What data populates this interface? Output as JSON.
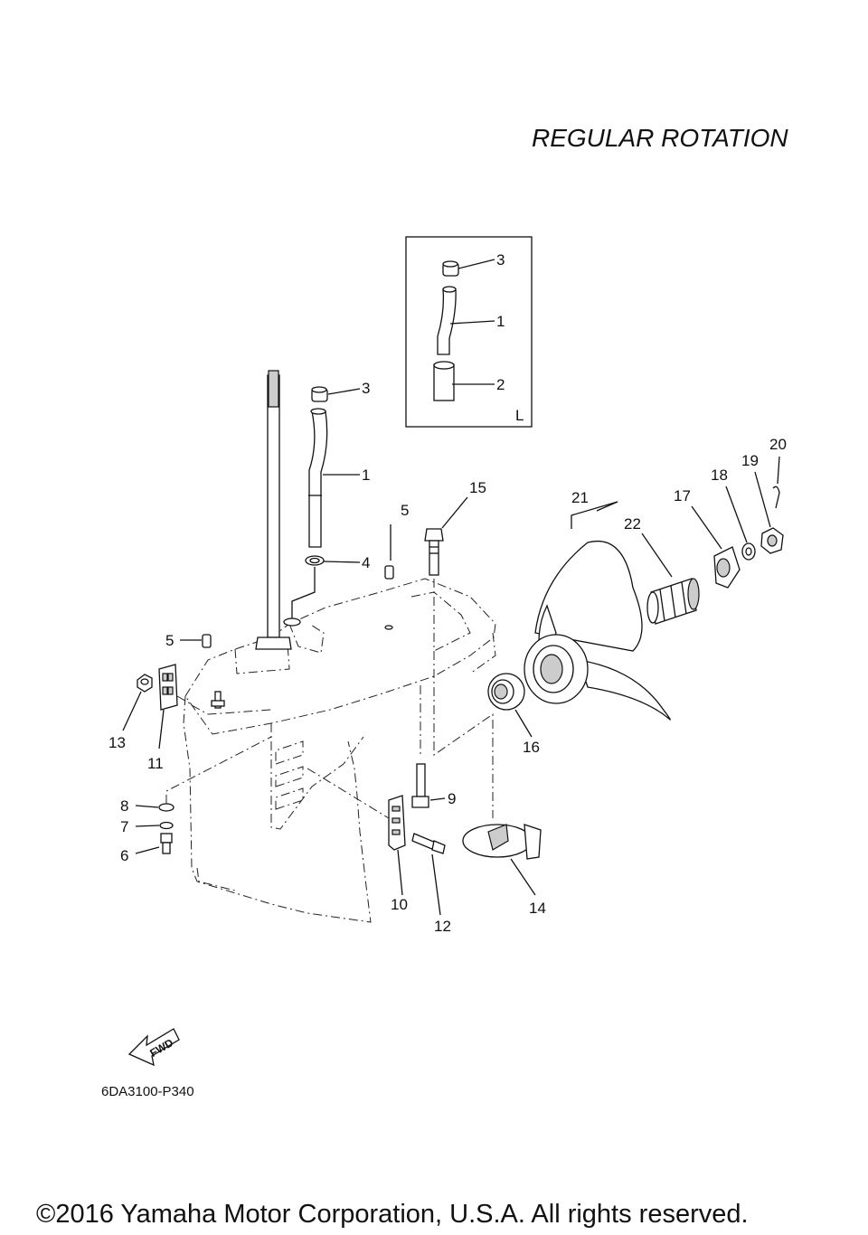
{
  "title": "REGULAR ROTATION",
  "diagram_code": "6DA3100-P340",
  "copyright": "©2016 Yamaha Motor Corporation, U.S.A. All rights reserved.",
  "fwd_label": "FWD",
  "inset_label": "L",
  "callouts": {
    "inset_3": "3",
    "inset_1": "1",
    "inset_2": "2",
    "c3": "3",
    "c1": "1",
    "c4": "4",
    "c5a": "5",
    "c15": "15",
    "c5b": "5",
    "c13": "13",
    "c11": "11",
    "c8": "8",
    "c7": "7",
    "c6": "6",
    "c9": "9",
    "c10": "10",
    "c12": "12",
    "c14": "14",
    "c16": "16",
    "c21": "21",
    "c22": "22",
    "c17": "17",
    "c18": "18",
    "c19": "19",
    "c20": "20"
  }
}
